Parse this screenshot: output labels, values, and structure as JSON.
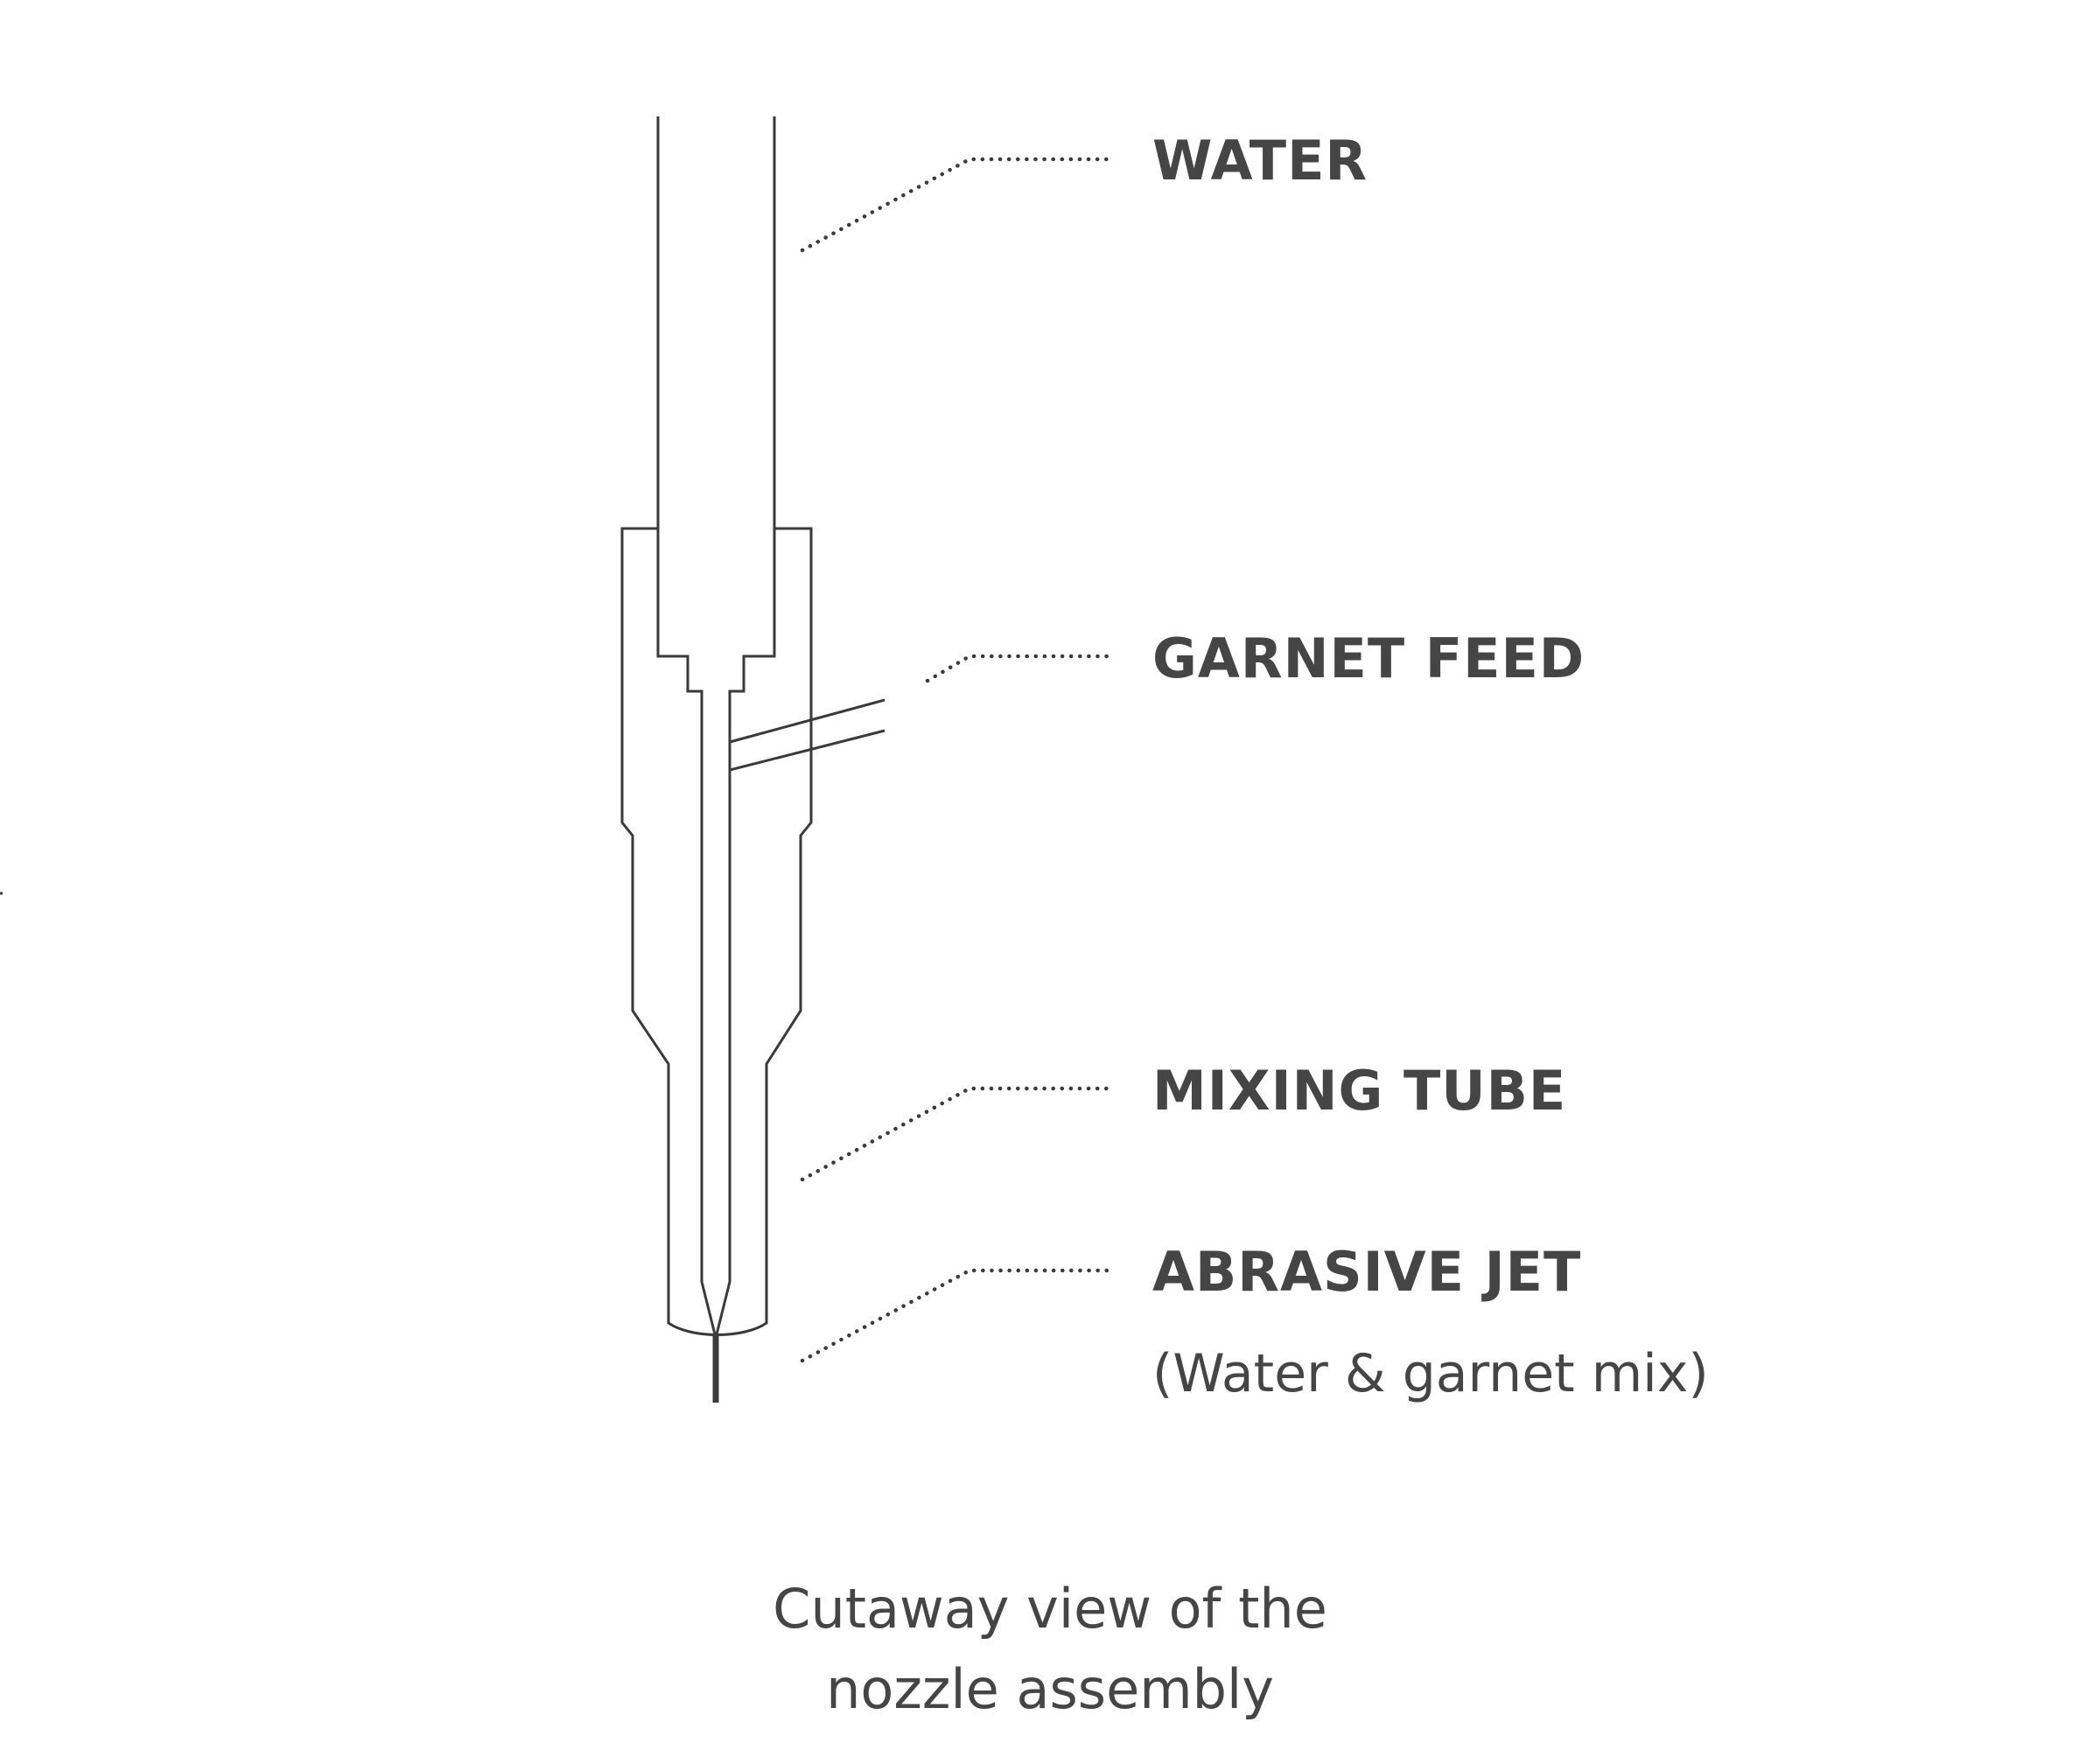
{
  "labels": {
    "water": "WATER",
    "garnet_feed": "GARNET FEED",
    "mixing_tube": "MIXING TUBE",
    "abrasive_jet": "ABRASIVE JET",
    "abrasive_jet_note": "(Water & garnet mix)"
  },
  "caption": {
    "line1": "Cutaway view of the",
    "line2": "nozzle assembly"
  },
  "colors": {
    "stroke": "#3a3a3a",
    "text": "#454545",
    "background": "#ffffff"
  }
}
